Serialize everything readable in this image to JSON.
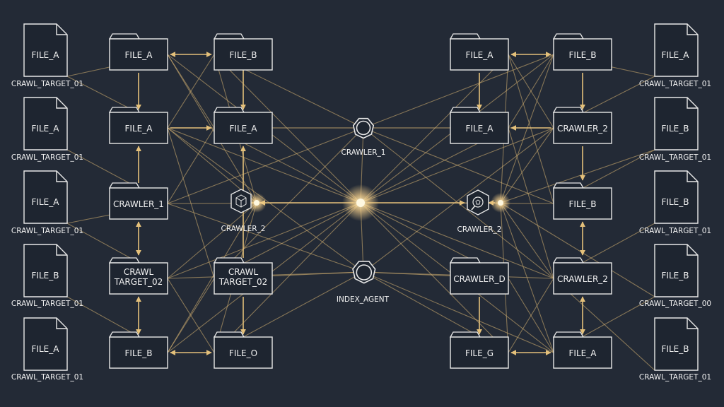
{
  "files": {
    "left": [
      {
        "label": "FILE_A",
        "caption": "CRAWL_TARGET_01"
      },
      {
        "label": "FILE_A",
        "caption": "CRAWL_TARGET_01"
      },
      {
        "label": "FILE_A",
        "caption": "CRAWL_TARGET_01"
      },
      {
        "label": "FILE_B",
        "caption": "CRAWL_TARGET_01"
      },
      {
        "label": "FILE_A",
        "caption": "CRAWL_TARGET_01"
      }
    ],
    "right": [
      {
        "label": "FILE_A",
        "caption": "CRAWL_TARGET_01"
      },
      {
        "label": "FILE_B",
        "caption": "CRAWL_TARGET_01"
      },
      {
        "label": "FILE_B",
        "caption": "CRAWL_TARGET_01"
      },
      {
        "label": "FILE_B",
        "caption": "CRAWL_TARGET_00"
      },
      {
        "label": "FILE_B",
        "caption": "CRAWL_TARGET_01"
      }
    ]
  },
  "folders": {
    "left_inner": [
      "FILE_A",
      "FILE_A",
      "CRAWLER_1",
      "CRAWL\nTARGET_02",
      "FILE_B"
    ],
    "left_outer": [
      "FILE_B",
      "FILE_A",
      "CRAWL\nTARGET_02",
      "FILE_O"
    ],
    "right_inner": [
      "FILE_A",
      "FILE_A",
      "CRAWLER_D",
      "FILE_G"
    ],
    "right_outer": [
      "FILE_B",
      "CRAWLER_2",
      "FILE_B",
      "CRAWLER_2",
      "FILE_A"
    ]
  },
  "hubs": {
    "crawler_1": "CRAWLER_1",
    "index_agent": "INDEX_AGENT",
    "crawler_2_left": "CRAWLER_2",
    "crawler_2_right": "CRAWLER_2"
  },
  "colors": {
    "background": "#232a36",
    "node_fill": "#1e2530",
    "stroke": "#e8e8e8",
    "edge": "#d9b572",
    "glow": "#ffdca0"
  }
}
